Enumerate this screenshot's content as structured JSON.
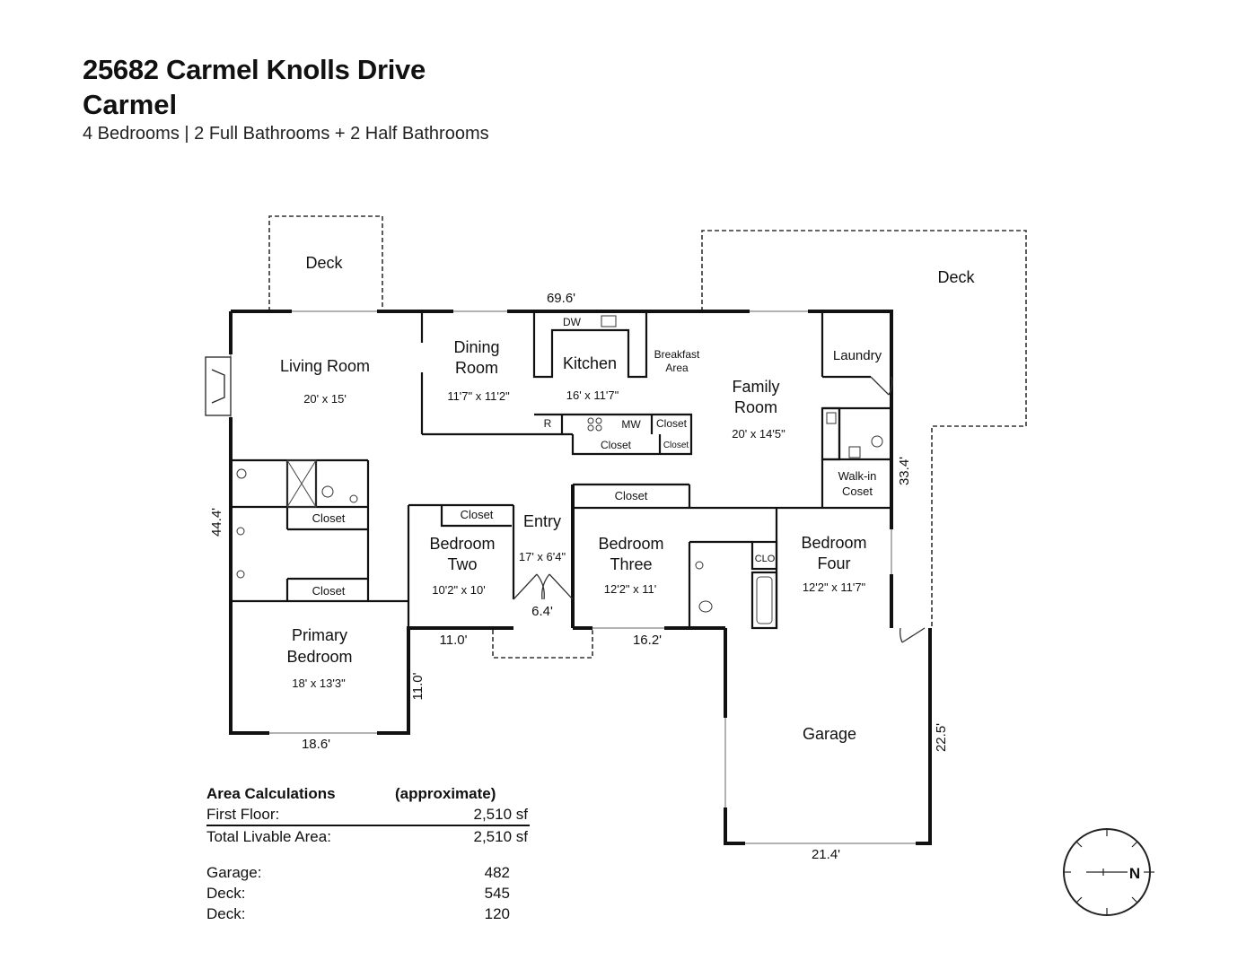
{
  "header": {
    "address": "25682 Carmel Knolls Drive",
    "city": "Carmel",
    "summary": "4 Bedrooms | 2 Full Bathrooms + 2 Half Bathrooms"
  },
  "rooms": {
    "deck_left": "Deck",
    "deck_right": "Deck",
    "living": {
      "name": "Living Room",
      "dims": "20' x 15'"
    },
    "dining": {
      "name1": "Dining",
      "name2": "Room",
      "dims": "11'7\" x 11'2\""
    },
    "kitchen": {
      "name": "Kitchen",
      "dims": "16' x 11'7\"",
      "dw": "DW",
      "r": "R",
      "mw": "MW"
    },
    "breakfast": {
      "name1": "Breakfast",
      "name2": "Area"
    },
    "family": {
      "name1": "Family",
      "name2": "Room",
      "dims": "20' x 14'5\""
    },
    "laundry": "Laundry",
    "walkin": {
      "name1": "Walk-in",
      "name2": "Coset"
    },
    "closet": "Closet",
    "clo": "CLO",
    "entry": {
      "name": "Entry",
      "dims": "17' x 6'4\""
    },
    "bedroom_two": {
      "name1": "Bedroom",
      "name2": "Two",
      "dims": "10'2\" x 10'"
    },
    "bedroom_three": {
      "name1": "Bedroom",
      "name2": "Three",
      "dims": "12'2\" x 11'"
    },
    "bedroom_four": {
      "name1": "Bedroom",
      "name2": "Four",
      "dims": "12'2\" x 11'7\""
    },
    "primary": {
      "name1": "Primary",
      "name2": "Bedroom",
      "dims": "18' x 13'3\""
    },
    "garage": "Garage"
  },
  "dimensions": {
    "top": "69.6'",
    "left": "44.4'",
    "right": "33.4'",
    "entry_width": "6.4'",
    "bed2_width": "11.0'",
    "bed3_width": "16.2'",
    "primary_height": "11.0'",
    "primary_width": "18.6'",
    "garage_height": "22.5'",
    "garage_width": "21.4'"
  },
  "area_calculations": {
    "heading": "Area Calculations",
    "heading_note": "(approximate)",
    "rows": [
      {
        "label": "First Floor:",
        "value": "2,510 sf"
      },
      {
        "label": "Total Livable Area:",
        "value": "2,510 sf"
      }
    ],
    "extras": [
      {
        "label": "Garage:",
        "value": "482"
      },
      {
        "label": "Deck:",
        "value": "545"
      },
      {
        "label": "Deck:",
        "value": "120"
      }
    ]
  },
  "compass": {
    "label": "N"
  }
}
